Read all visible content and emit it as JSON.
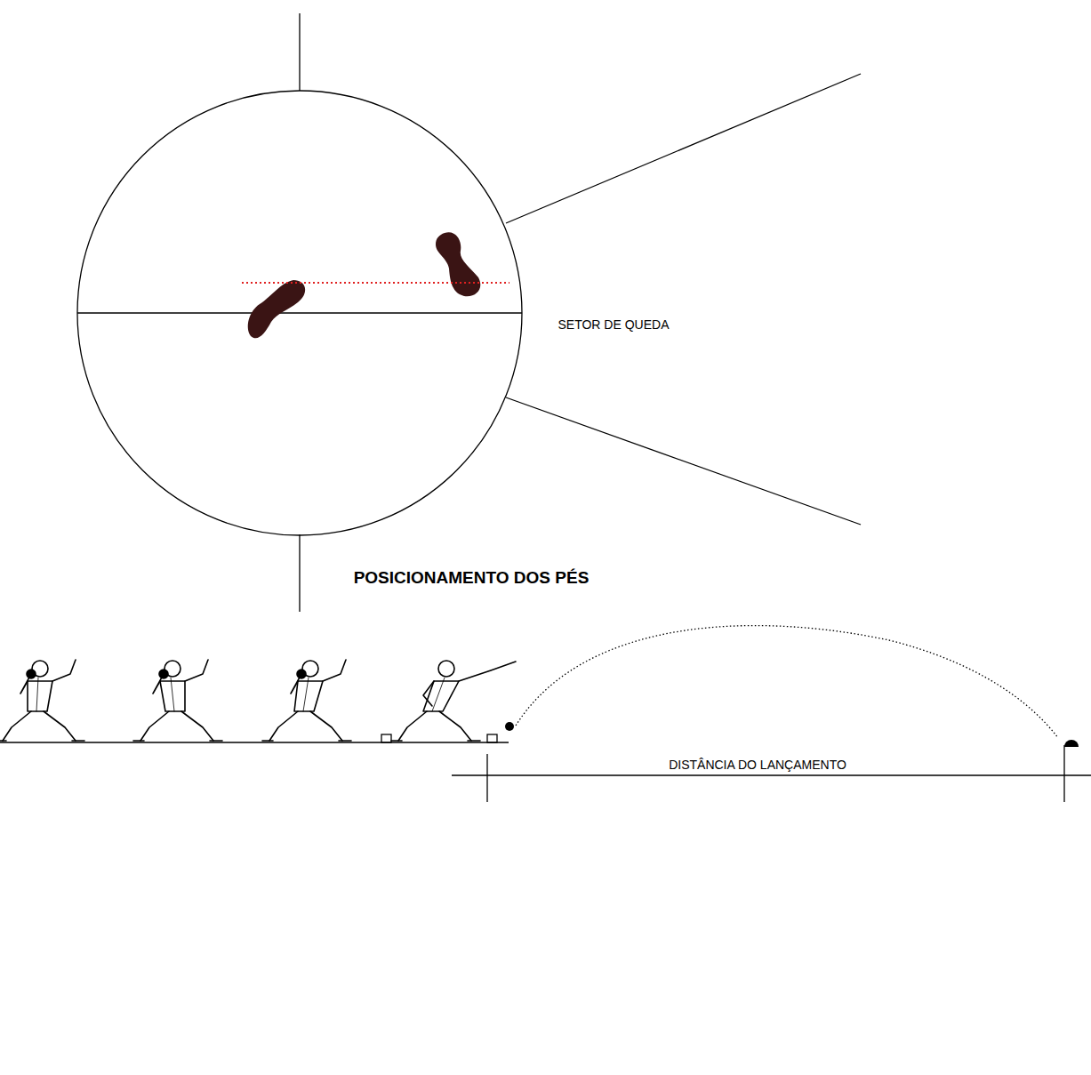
{
  "diagram": {
    "labels": [
      "SETOR DE QUEDA",
      "POSICIONAMENTO DOS PÉS",
      "DISTÂNCIA DO LANÇAMENTO"
    ]
  }
}
